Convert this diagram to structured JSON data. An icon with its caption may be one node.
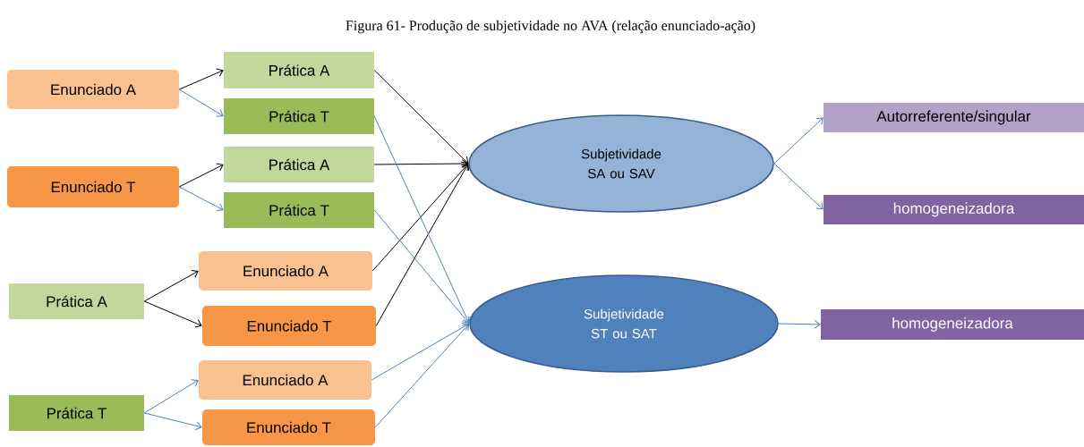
{
  "diagram": {
    "title": "Figura 61- Produção de subjetividade no AVA (relação enunciado-ação)",
    "nodes": [
      {
        "text": [
          "Enunciado A"
        ]
      },
      {
        "text": [
          "Prática A"
        ]
      },
      {
        "text": [
          "Prática T"
        ]
      },
      {
        "text": [
          "Enunciado T"
        ]
      },
      {
        "text": [
          "Prática A"
        ]
      },
      {
        "text": [
          "Prática T"
        ]
      },
      {
        "text": [
          "Enunciado A"
        ]
      },
      {
        "text": [
          "Prática A"
        ]
      },
      {
        "text": [
          "Enunciado T"
        ]
      },
      {
        "text": [
          "Enunciado A"
        ]
      },
      {
        "text": [
          "Prática T"
        ]
      },
      {
        "text": [
          "Enunciado T"
        ]
      },
      {
        "text": [
          "Subjetividade SA ou SAV"
        ]
      },
      {
        "text": [
          "Subjetividade ST ou SAT"
        ]
      },
      {
        "text": [
          "Autorreferente/singular"
        ]
      },
      {
        "text": [
          "homogeneizadora"
        ]
      },
      {
        "text": [
          "homogeneizadora"
        ]
      }
    ],
    "edges": [
      {
        "from": 0,
        "to": 1,
        "arrow": "to",
        "color": "#000000"
      },
      {
        "from": 0,
        "to": 2,
        "arrow": "to"
      },
      {
        "from": 3,
        "to": 4,
        "arrow": "to",
        "color": "#000000"
      },
      {
        "from": 3,
        "to": 5,
        "arrow": "to"
      },
      {
        "from": 7,
        "to": 6,
        "arrow": "to",
        "color": "#000000"
      },
      {
        "from": 7,
        "to": 8,
        "arrow": "to",
        "color": "#000000"
      },
      {
        "from": 10,
        "to": 9,
        "arrow": "to"
      },
      {
        "from": 10,
        "to": 11,
        "arrow": "to"
      },
      {
        "from": 1,
        "to": 12,
        "arrow": "to",
        "color": "#000000"
      },
      {
        "from": 4,
        "to": 12,
        "arrow": "to",
        "color": "#000000"
      },
      {
        "from": 6,
        "to": 12,
        "arrow": "to",
        "color": "#000000"
      },
      {
        "from": 8,
        "to": 12,
        "arrow": "to",
        "color": "#000000"
      },
      {
        "from": 2,
        "to": 13,
        "arrow": "to"
      },
      {
        "from": 5,
        "to": 13,
        "arrow": "to"
      },
      {
        "from": 9,
        "to": 13,
        "arrow": "to"
      },
      {
        "from": 11,
        "to": 13,
        "arrow": "to"
      },
      {
        "from": 12,
        "to": 14,
        "arrow": "to"
      },
      {
        "from": 12,
        "to": 15,
        "arrow": "to"
      },
      {
        "from": 13,
        "to": 16,
        "arrow": "to"
      }
    ]
  }
}
